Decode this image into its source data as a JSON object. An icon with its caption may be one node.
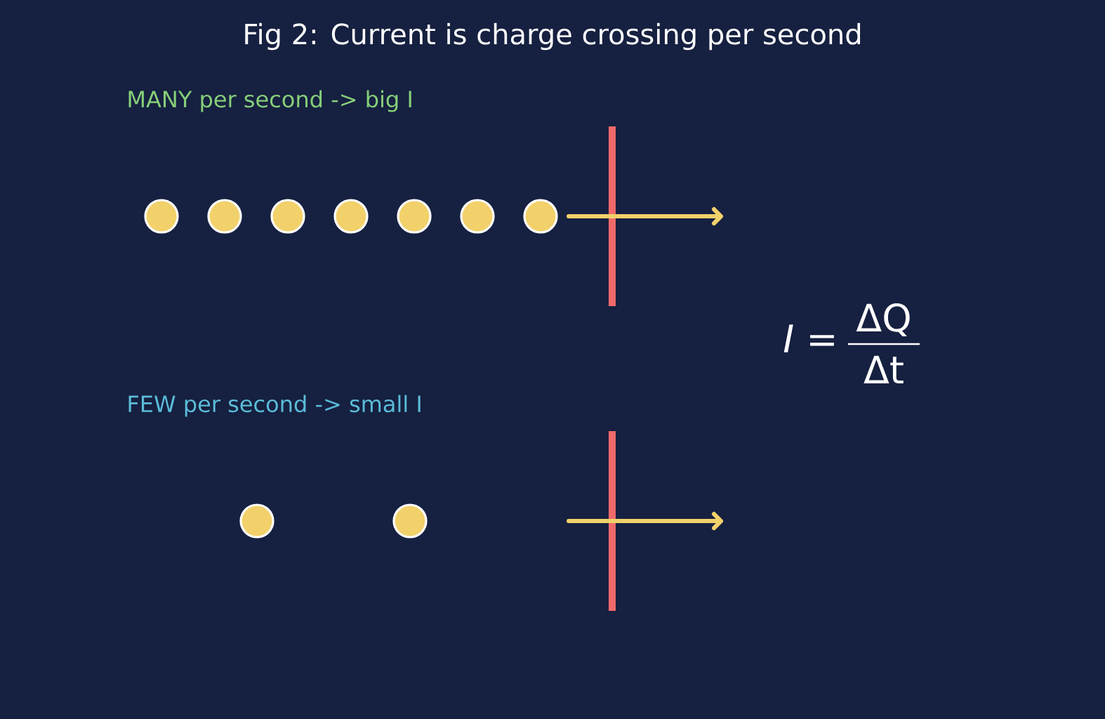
{
  "diagram": {
    "title": "Fig 2: Current is charge crossing per second",
    "labels": [
      "MANY per second  ->  big I",
      "FEW per second  ->  small I",
      "I =",
      "ΔQ",
      "Δt"
    ]
  }
}
